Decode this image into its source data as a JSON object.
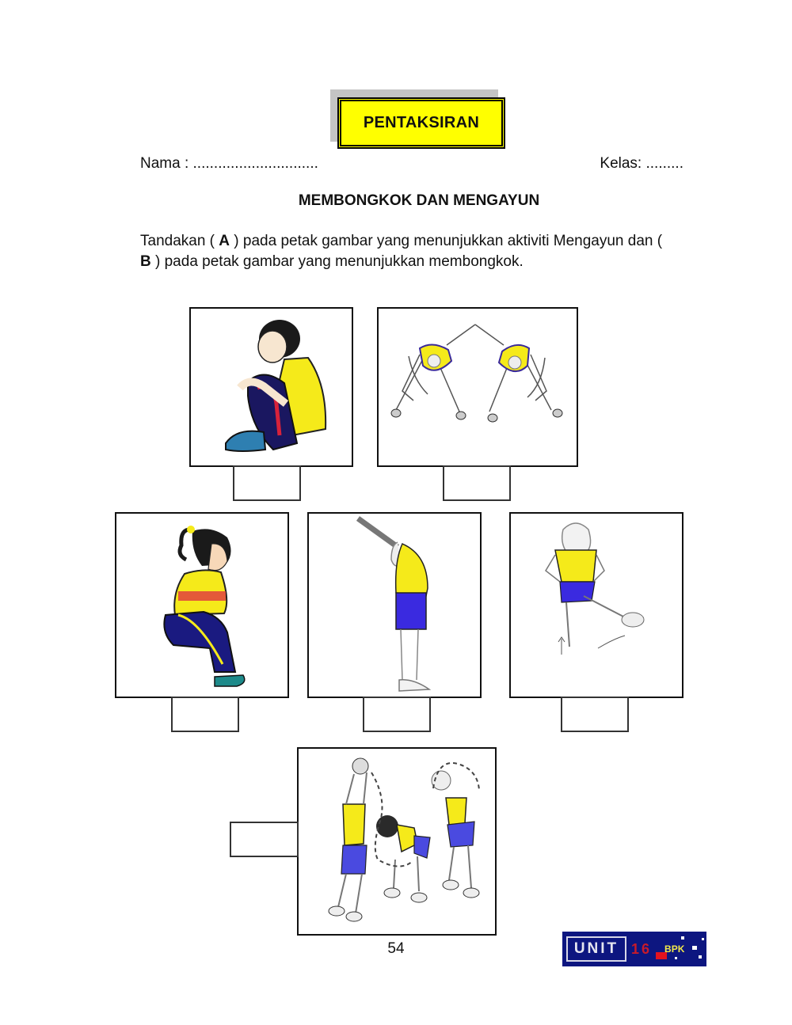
{
  "header": {
    "badge_label": "PENTAKSIRAN",
    "name_label": "Nama : ..............................",
    "class_label": "Kelas: ........."
  },
  "title": "MEMBONGKOK DAN MENGAYUN",
  "instruction": {
    "part1": "Tandakan ( ",
    "mark_a": "A",
    "part2": " ) pada petak gambar yang menunjukkan aktiviti Mengayun dan ( ",
    "mark_b": "B",
    "part3": " ) pada petak gambar yang menunjukkan membongkok."
  },
  "pictures": [
    {
      "id": "boy-sitting-hugging-knees",
      "description": "Boy sitting hugging knees",
      "answer": ""
    },
    {
      "id": "side-bend-stretch",
      "description": "Two figures bending to touch feet",
      "answer": ""
    },
    {
      "id": "girl-squatting",
      "description": "Girl in squat position",
      "answer": ""
    },
    {
      "id": "backward-arch",
      "description": "Child arching back with arms raised",
      "answer": ""
    },
    {
      "id": "leg-swing",
      "description": "Girl swinging leg forward with hands on hips",
      "answer": ""
    },
    {
      "id": "ball-passing-over-under",
      "description": "Three children passing ball over head and under legs",
      "answer": ""
    }
  ],
  "footer": {
    "page_number": "54",
    "unit_label": "UNIT",
    "unit_number": "16",
    "publisher": "BPK"
  },
  "colors": {
    "badge_yellow": "#ffff00",
    "shirt_yellow": "#f5ea1a",
    "shorts_blue": "#3a3ad8",
    "logo_navy": "#0d1680",
    "logo_red": "#c81a2a"
  }
}
